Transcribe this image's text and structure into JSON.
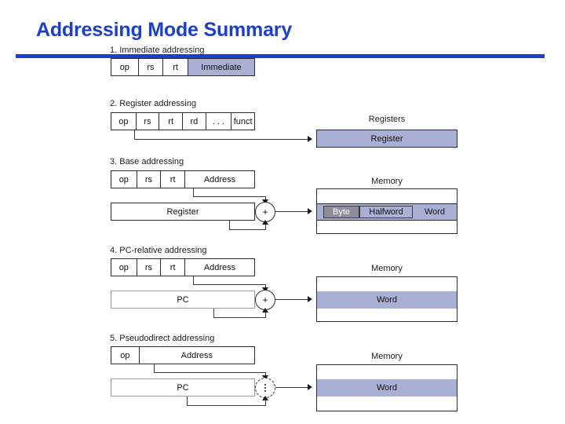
{
  "slide": {
    "title": "Addressing Mode Summary",
    "title_color": "#1a3fd0",
    "accent_bar_color": "#1a3fd0",
    "highlight_color": "#aab0d4",
    "byte_chip_color": "#8d8d9e",
    "background": "#ffffff"
  },
  "modes": [
    {
      "label": "1.  Immediate addressing",
      "fields": [
        "op",
        "rs",
        "rt",
        "Immediate"
      ],
      "highlight_field": "Immediate"
    },
    {
      "label": "2. Register addressing",
      "fields": [
        "op",
        "rs",
        "rt",
        "rd",
        ". . .",
        "funct"
      ],
      "target_title": "Registers",
      "target_value": "Register"
    },
    {
      "label": "3.  Base addressing",
      "fields": [
        "op",
        "rs",
        "rt",
        "Address"
      ],
      "operand_box": "Register",
      "operator": "+",
      "target_title": "Memory",
      "target_cells": [
        "Byte",
        "Halfword",
        "Word"
      ]
    },
    {
      "label": "4.  PC-relative addressing",
      "fields": [
        "op",
        "rs",
        "rt",
        "Address"
      ],
      "operand_box": "PC",
      "operator": "+",
      "target_title": "Memory",
      "target_cells": [
        "Word"
      ]
    },
    {
      "label": "5.  Pseudodirect addressing",
      "fields": [
        "op",
        "Address"
      ],
      "operand_box": "PC",
      "operator": ":",
      "target_title": "Memory",
      "target_cells": [
        "Word"
      ]
    }
  ]
}
